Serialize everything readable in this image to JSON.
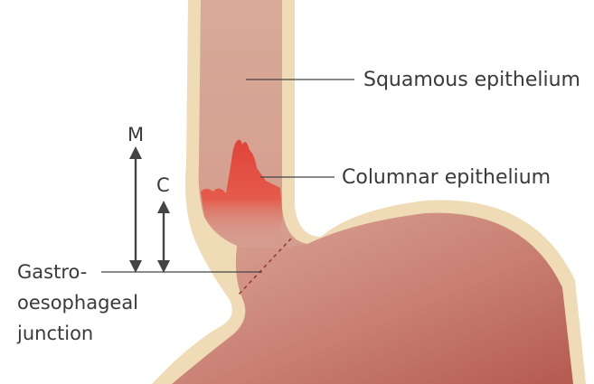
{
  "labels": {
    "squamous": "Squamous epithelium",
    "columnar": "Columnar epithelium",
    "gastro_line1": "Gastro-",
    "gastro_line2": "oesophageal",
    "gastro_line3": "junction",
    "arrow_m": "M",
    "arrow_c": "C"
  },
  "colors": {
    "wall": "#efdcb6",
    "oesophagus_lumen": "#d9a79a",
    "stomach_lumen": "#c87468",
    "columnar_red": "#e2463a",
    "leader_line": "#444444",
    "arrow": "#444444"
  }
}
